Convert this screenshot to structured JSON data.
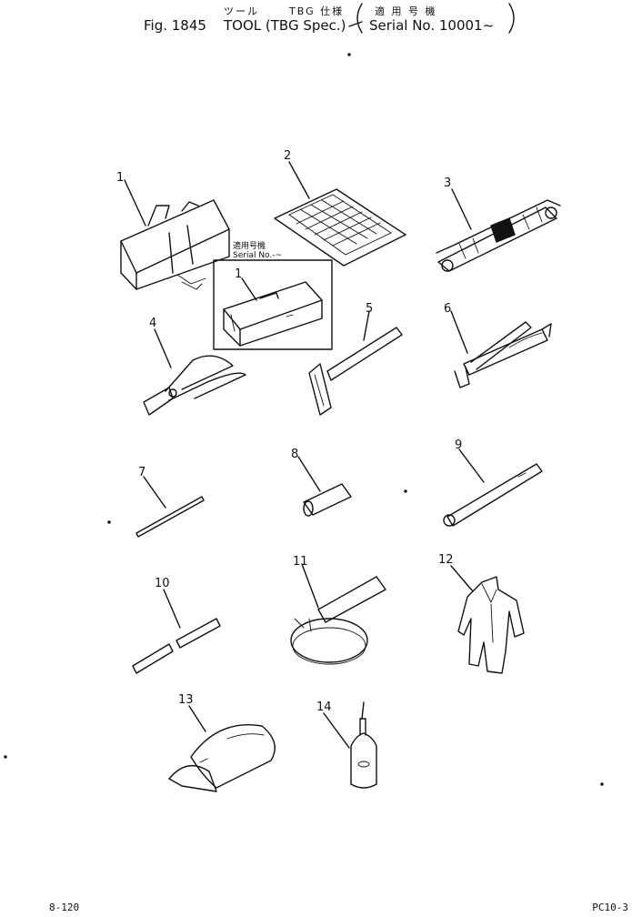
{
  "header": {
    "jp_tool": "ツール",
    "jp_spec": "TBG 仕様",
    "jp_serial": "適 用 号 機",
    "fig_label": "Fig. 1845",
    "title_en": "TOOL (TBG Spec.)",
    "serial_en": "Serial No. 10001~"
  },
  "callouts": [
    "1",
    "2",
    "3",
    "4",
    "5",
    "6",
    "7",
    "8",
    "9",
    "10",
    "11",
    "12",
    "13",
    "14"
  ],
  "inset": {
    "jp_label": "適用号機",
    "en_label": "Serial No.-~",
    "callout": "1"
  },
  "footer": {
    "left": "8-120",
    "right": "PC10-3"
  }
}
